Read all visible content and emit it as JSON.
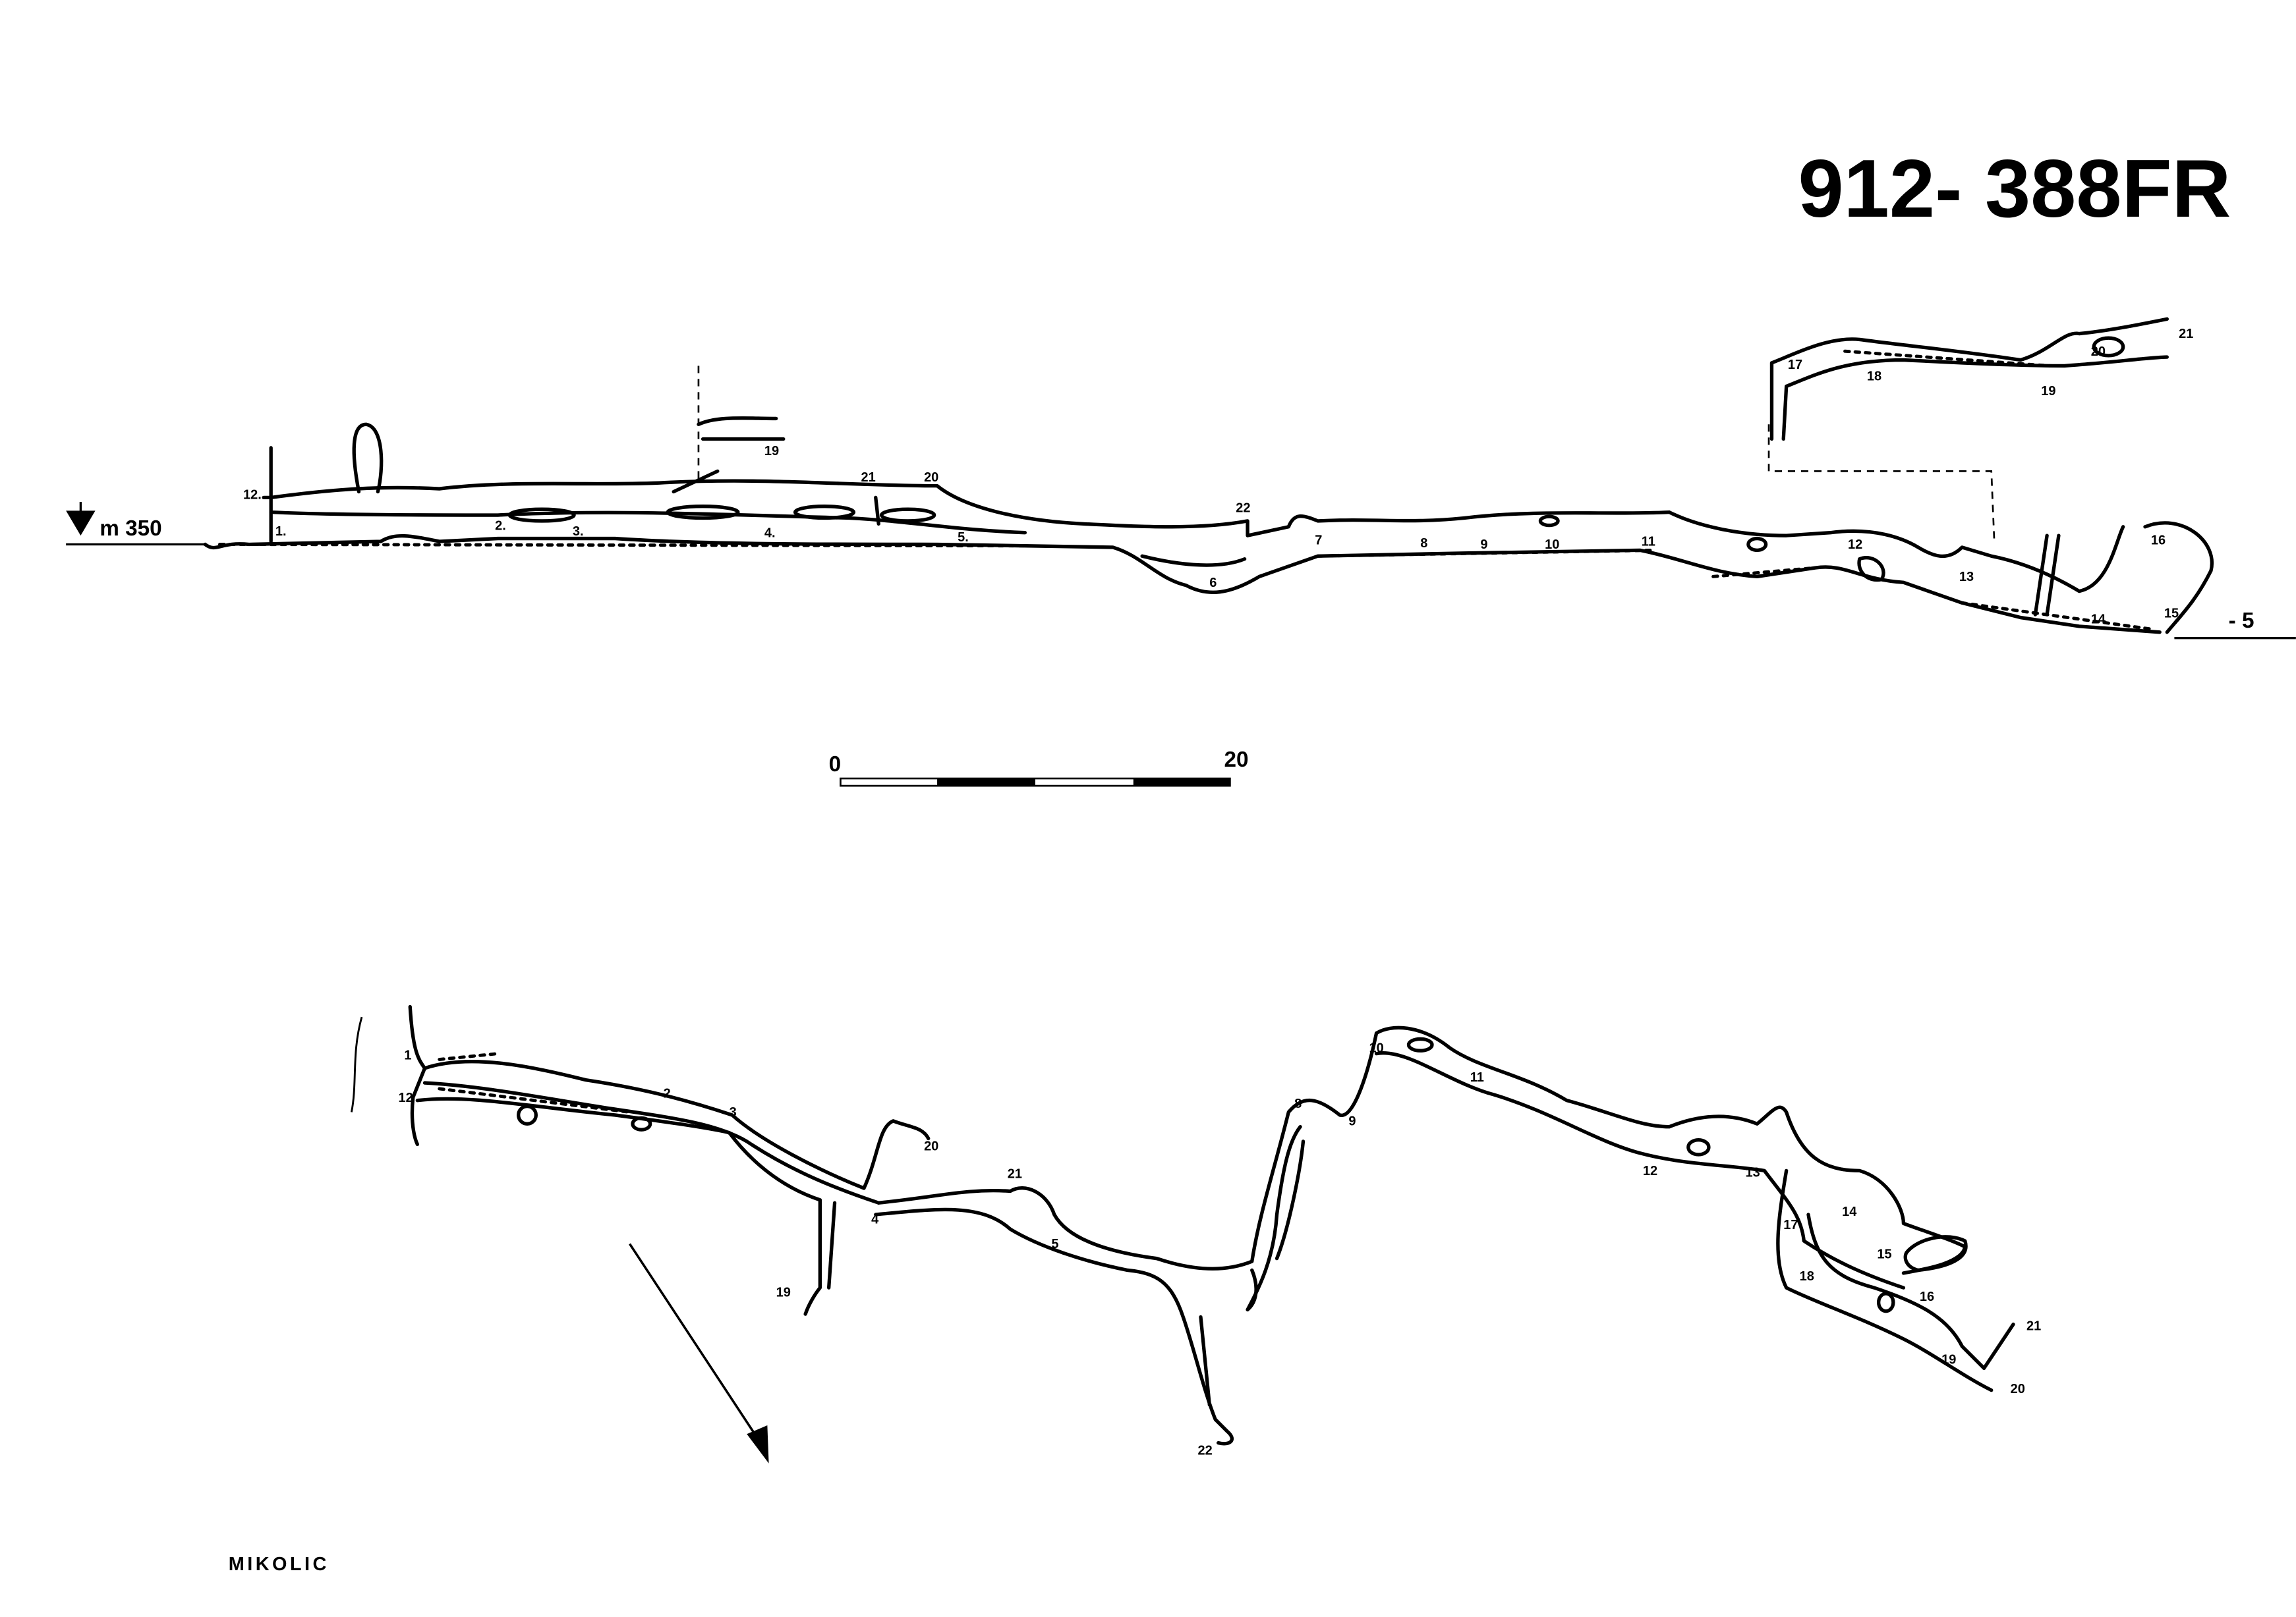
{
  "title": "912- 388FR",
  "author": "MIKOLIC",
  "profile": {
    "datum_label": "m 350",
    "depth_label": "- 5",
    "stations": [
      "12.",
      "1.",
      "2.",
      "3.",
      "4.",
      "5.",
      "21",
      "20",
      "19",
      "22",
      "6",
      "7",
      "8",
      "9",
      "10",
      "11",
      "12",
      "13",
      "14",
      "15",
      "16",
      "17",
      "18",
      "19",
      "20",
      "21"
    ]
  },
  "scale_bar": {
    "start_label": "0",
    "end_label": "20",
    "units": "m"
  },
  "plan": {
    "stations": [
      "1",
      "12",
      "2",
      "3",
      "4",
      "20",
      "19",
      "21",
      "5",
      "22",
      "8",
      "9",
      "10",
      "11",
      "12",
      "13",
      "14",
      "15",
      "16",
      "17",
      "18",
      "19",
      "20",
      "21"
    ]
  }
}
